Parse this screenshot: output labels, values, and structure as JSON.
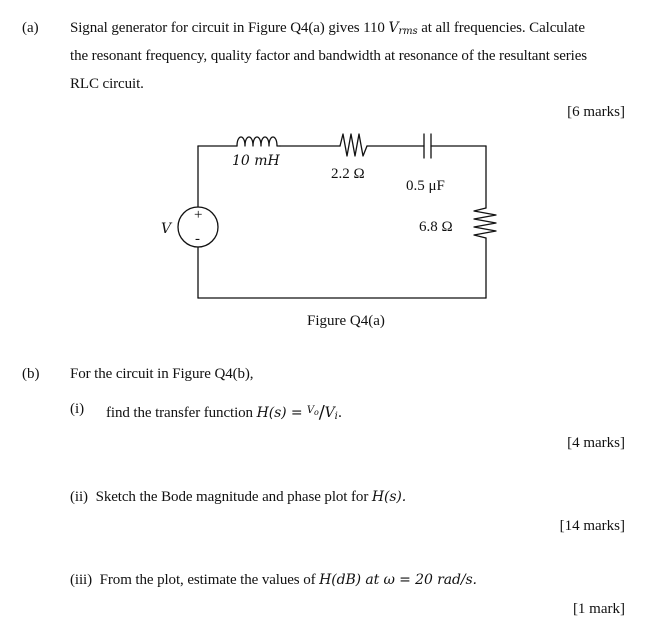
{
  "part_a": {
    "label": "(a)",
    "line1_text": "Signal generator for circuit in Figure Q4(a) gives 110",
    "line1_var": "V",
    "line1_sub": "rms",
    "line1_tail": "at all frequencies. Calculate",
    "line2": "the resonant frequency, quality factor and bandwidth at resonance of the resultant series",
    "line3": "RLC circuit.",
    "marks": "[6 marks]",
    "figure": {
      "inductor": "10 mH",
      "resistor_top": "2.2 Ω",
      "capacitor": "0.5 μF",
      "resistor_right": "6.8 Ω",
      "source": "V",
      "source_plus": "+",
      "source_minus": "-",
      "caption": "Figure Q4(a)"
    }
  },
  "part_b": {
    "label": "(b)",
    "intro": "For the circuit in Figure Q4(b),",
    "items": [
      {
        "label": "(i)",
        "text": "find the transfer function",
        "math_func": "H(s) = ",
        "num": "V",
        "num_sub": "o",
        "slash": "/",
        "den": "V",
        "den_sub": "i",
        "tail": ".",
        "marks": "[4 marks]"
      },
      {
        "label": "(ii)",
        "text": "Sketch the Bode magnitude and phase plot for",
        "math": "H(s).",
        "marks": "[14 marks]"
      },
      {
        "label": "(iii)",
        "text": "From the plot, estimate the values of",
        "math": "H(dB) at ω = 20 rad/s.",
        "marks": "[1 mark]"
      }
    ]
  }
}
